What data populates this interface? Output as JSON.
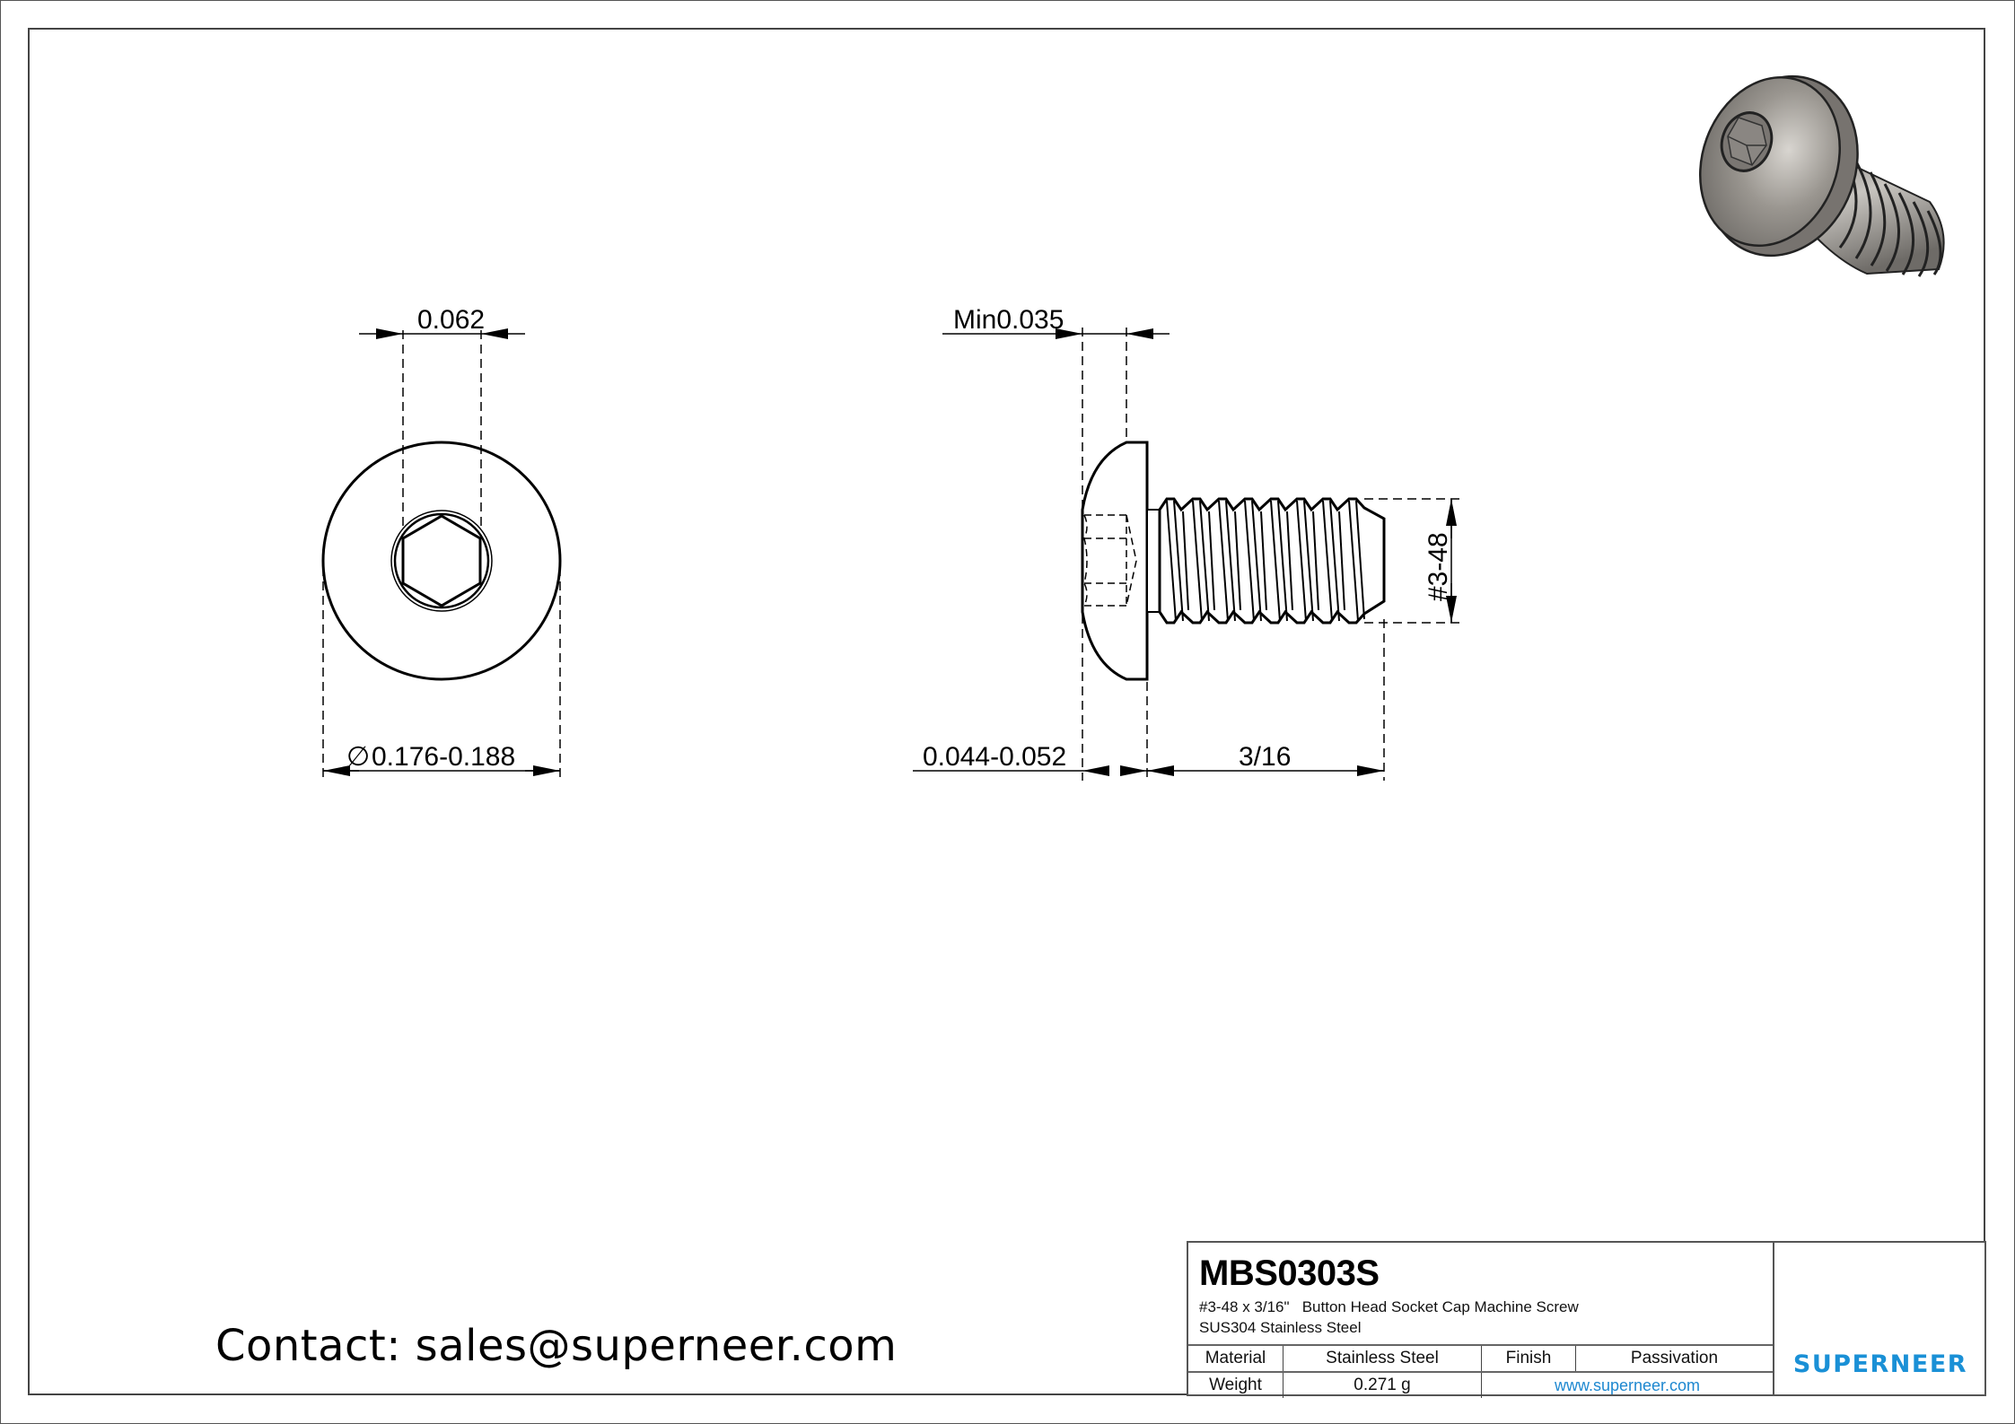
{
  "drawing": {
    "front_view": {
      "hex_size_label": "0.062",
      "head_diameter_label": "0.176-0.188",
      "diameter_symbol": "∅"
    },
    "side_view": {
      "socket_depth_label": "Min0.035",
      "head_height_label": "0.044-0.052",
      "length_label": "3/16",
      "thread_label": "#3-48"
    },
    "iso_view": {
      "description": "3D render of button head socket cap screw"
    }
  },
  "contact": {
    "text": "Contact: sales@superneer.com"
  },
  "title_block": {
    "part_number": "MBS0303S",
    "description": "#3-48 x 3/16\"   Button Head Socket Cap Machine Screw",
    "material_line": "SUS304 Stainless Steel",
    "rows": [
      {
        "label": "Material",
        "value": "Stainless Steel",
        "label2": "Finish",
        "value2": "Passivation"
      },
      {
        "label": "Weight",
        "value": "0.271 g",
        "link": "www.superneer.com"
      }
    ],
    "logo": {
      "name": "SUPERNEER",
      "color": "#1a90d6"
    }
  }
}
